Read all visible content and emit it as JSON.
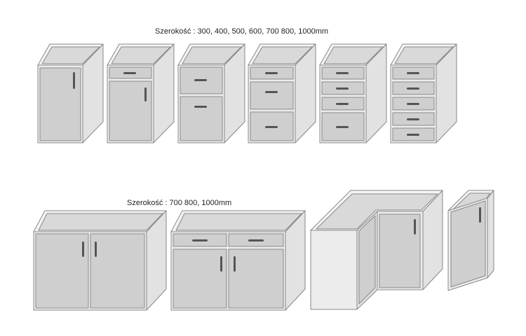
{
  "captions": {
    "top_widths": "Szerokość : 300, 400, 500, 600, 700 800, 1000mm",
    "bottom_widths": "Szerokość : 700 800, 1000mm"
  },
  "colors": {
    "background": "#ffffff",
    "body_front": "#ececec",
    "body_side": "#e2e2e2",
    "body_top": "#f4f4f4",
    "inner": "#d9d9d9",
    "door": "#cfcfcf",
    "edge": "#888888",
    "handle": "#555555"
  },
  "top_row": [
    {
      "id": "door",
      "front": [
        "door"
      ]
    },
    {
      "id": "drawer-door",
      "front": [
        "drawer",
        "door"
      ]
    },
    {
      "id": "two-drawers",
      "front": [
        "drawer",
        "drawer"
      ]
    },
    {
      "id": "three-drawers",
      "front": [
        "drawer",
        "drawer",
        "drawer"
      ]
    },
    {
      "id": "four-drawers",
      "front": [
        "drawer",
        "drawer",
        "drawer",
        "drawer"
      ]
    },
    {
      "id": "five-drawers",
      "front": [
        "drawer",
        "drawer",
        "drawer",
        "drawer",
        "drawer"
      ]
    }
  ],
  "bottom_row": [
    {
      "id": "double-door",
      "front": [
        "double-door"
      ]
    },
    {
      "id": "drawers-double-door",
      "front": [
        "two-drawers",
        "double-door"
      ]
    },
    {
      "id": "corner",
      "front": [
        "corner"
      ]
    },
    {
      "id": "angled",
      "front": [
        "angled"
      ]
    }
  ]
}
